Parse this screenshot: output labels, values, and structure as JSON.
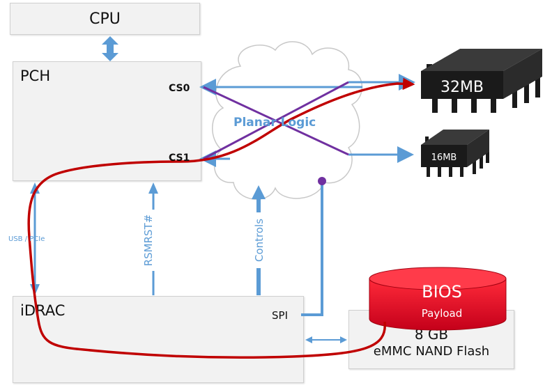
{
  "colors": {
    "box_fill": "#f2f2f2",
    "arrow_blue": "#5b9bd5",
    "cross_purple": "#7030a0",
    "path_red": "#c00000",
    "chip_black": "#1a1a1a",
    "bios_red": "#e0001b"
  },
  "cpu": {
    "label": "CPU"
  },
  "pch": {
    "label": "PCH",
    "cs0": "CS0",
    "cs1": "CS1"
  },
  "idrac": {
    "label": "iDRAC",
    "spi": "SPI"
  },
  "cloud": {
    "label": "Planar Logic"
  },
  "signals": {
    "usb_pcie": "USB / PCIe",
    "rsmrst": "RSMRST#",
    "controls": "Controls"
  },
  "flash_large": {
    "label": "32MB"
  },
  "flash_small": {
    "label": "16MB"
  },
  "emmc": {
    "size": "8 GB",
    "label": "eMMC NAND Flash"
  },
  "bios": {
    "title": "BIOS",
    "subtitle": "Payload"
  }
}
